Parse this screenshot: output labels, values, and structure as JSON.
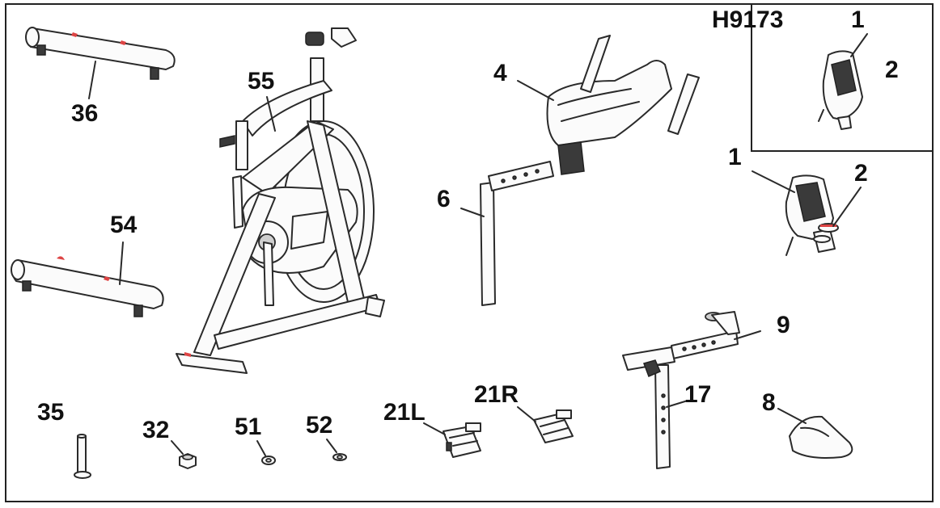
{
  "inset": {
    "model": "H9173"
  },
  "labels": {
    "p36": "36",
    "p55": "55",
    "p54": "54",
    "p4": "4",
    "p6": "6",
    "p1_inset": "1",
    "p2_inset": "2",
    "p1": "1",
    "p2": "2",
    "p9": "9",
    "p17": "17",
    "p8": "8",
    "p35": "35",
    "p32": "32",
    "p51": "51",
    "p52": "52",
    "p21L": "21L",
    "p21R": "21R"
  }
}
